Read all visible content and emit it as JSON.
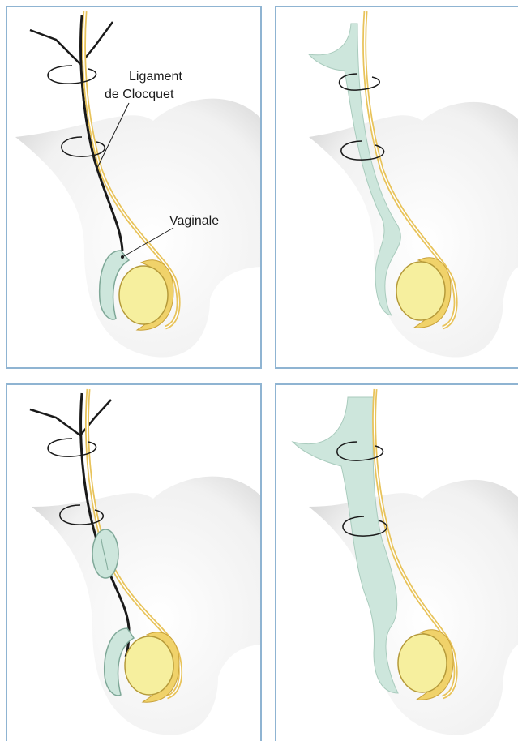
{
  "labels": {
    "ligament_line1": "Ligament",
    "ligament_line2": "de Clocquet",
    "vaginale": "Vaginale"
  },
  "colors": {
    "frame": "#8fb4d2",
    "vaginal_process": "#cde6dc",
    "vaginal_outline": "#7fa898",
    "cord": "#e8c35a",
    "testis": "#f6ef9e",
    "epididymis": "#f0d26a",
    "ligament": "#1a1a1a",
    "scrotum_shade": "#dcdcdc"
  },
  "panels": [
    {
      "name": "panel-closed-processus",
      "variant": "ligament with small vaginale"
    },
    {
      "name": "panel-patent-processus",
      "variant": "patent vaginal process"
    },
    {
      "name": "panel-encysted-processus",
      "variant": "ligament with cyst"
    },
    {
      "name": "panel-wide-patent-processus",
      "variant": "wide patent vaginal process"
    }
  ]
}
